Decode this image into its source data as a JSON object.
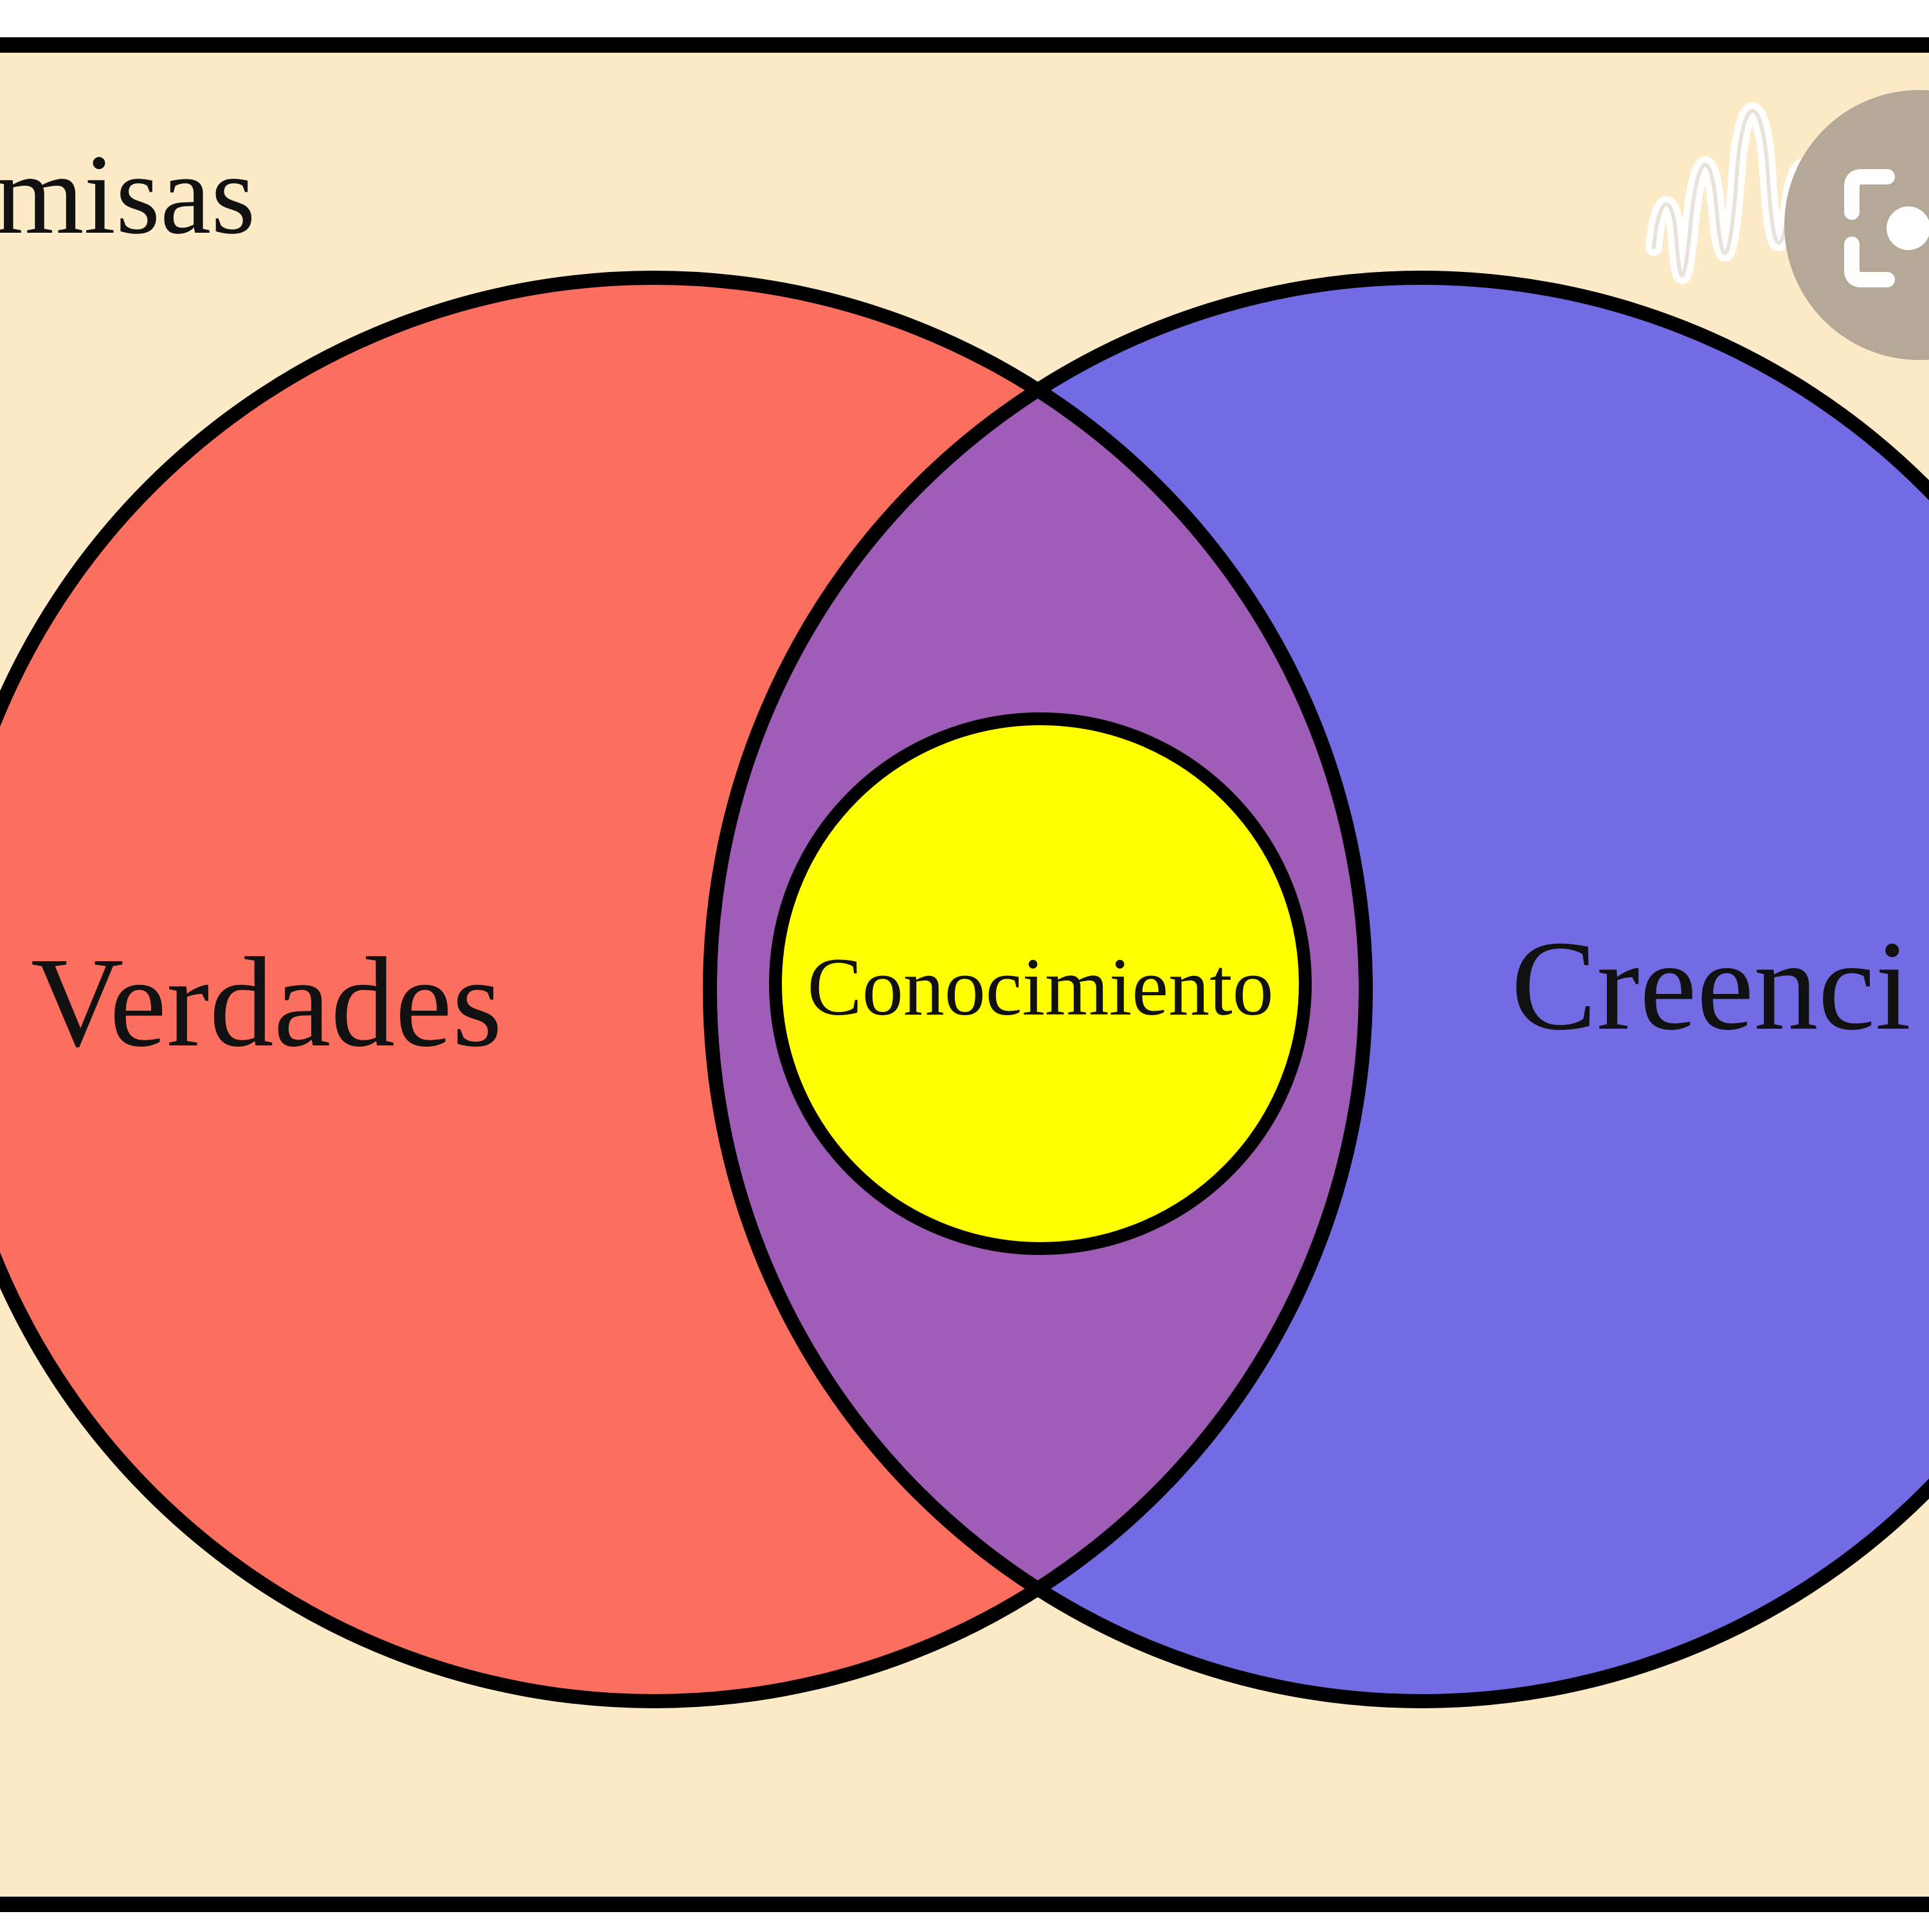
{
  "diagram": {
    "top_label": "misas",
    "left_set_label": "Verdades",
    "right_set_label": "Creenci",
    "center_label": "Conocimiento"
  },
  "colors": {
    "background": "#fdebc8",
    "border": "#000000",
    "left_set_fill": "#fc6e5e",
    "right_set_fill": "#736be3",
    "overlap_fill": "#a05db7",
    "center_fill": "#ffff00",
    "badge_fill": "#b5a897",
    "badge_glyph": "#ffffff"
  },
  "overlay": {
    "icons": [
      "sound-wave-icon",
      "screenshot-icon"
    ]
  }
}
